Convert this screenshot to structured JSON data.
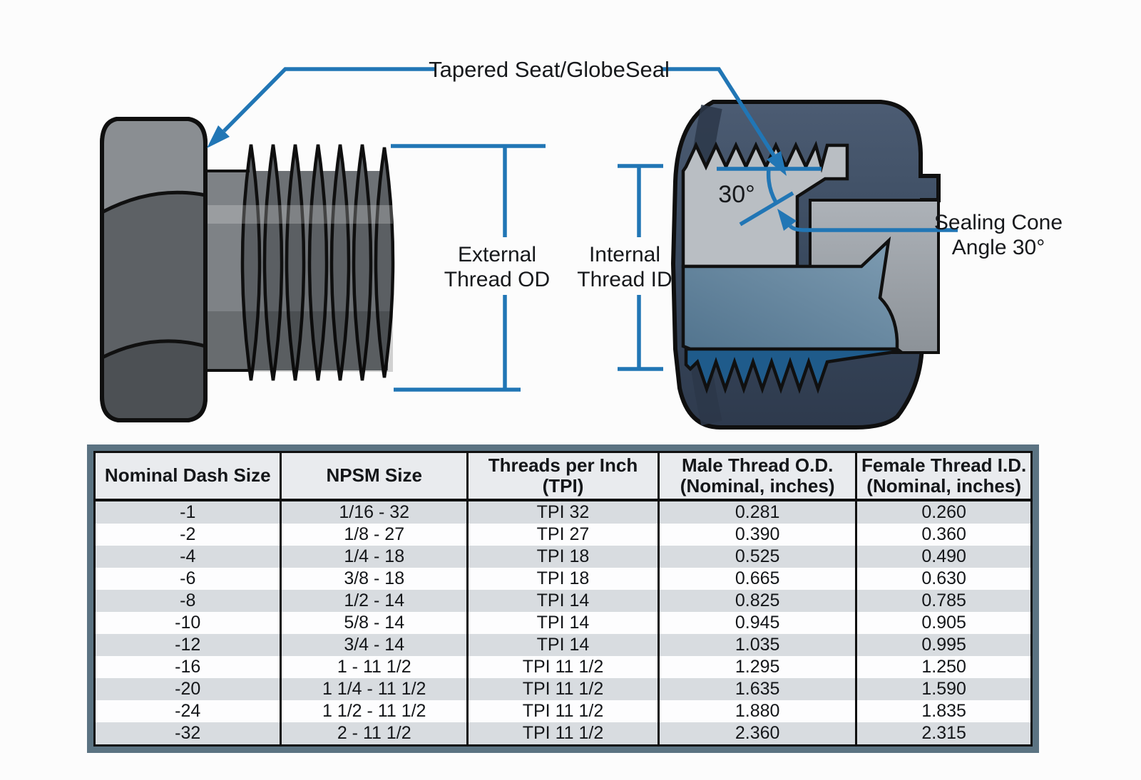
{
  "diagram": {
    "labels": {
      "tapered_seat": "Tapered Seat/GlobeSeal",
      "external_od": [
        "External",
        "Thread OD"
      ],
      "internal_id": [
        "Internal",
        "Thread ID"
      ],
      "sealing_cone": [
        "Sealing Cone",
        "Angle 30°"
      ],
      "cone_angle": "30°"
    },
    "colors": {
      "annotation_blue": "#2176b5",
      "nut_navy": "#3b4b60",
      "bore_steel_blue": "#5d7f9b",
      "internal_thread_blue": "#1f5b8b",
      "metal_gray": "#7e8286",
      "interior_gray": "#b9bec3"
    }
  },
  "table": {
    "frame_color": "#5b7382",
    "headers": [
      "Nominal Dash Size",
      "NPSM Size",
      "Threads per Inch\n(TPI)",
      "Male Thread O.D.\n(Nominal, inches)",
      "Female Thread I.D.\n(Nominal, inches)"
    ],
    "rows": [
      [
        "-1",
        "1/16 - 32",
        "TPI 32",
        "0.281",
        "0.260"
      ],
      [
        "-2",
        "1/8 - 27",
        "TPI 27",
        "0.390",
        "0.360"
      ],
      [
        "-4",
        "1/4 - 18",
        "TPI 18",
        "0.525",
        "0.490"
      ],
      [
        "-6",
        "3/8 - 18",
        "TPI 18",
        "0.665",
        "0.630"
      ],
      [
        "-8",
        "1/2 - 14",
        "TPI 14",
        "0.825",
        "0.785"
      ],
      [
        "-10",
        "5/8 - 14",
        "TPI 14",
        "0.945",
        "0.905"
      ],
      [
        "-12",
        "3/4 - 14",
        "TPI 14",
        "1.035",
        "0.995"
      ],
      [
        "-16",
        "1 - 11 1/2",
        "TPI 11 1/2",
        "1.295",
        "1.250"
      ],
      [
        "-20",
        "1 1/4 - 11 1/2",
        "TPI 11 1/2",
        "1.635",
        "1.590"
      ],
      [
        "-24",
        "1 1/2 - 11 1/2",
        "TPI 11 1/2",
        "1.880",
        "1.835"
      ],
      [
        "-32",
        "2 - 11 1/2",
        "TPI 11 1/2",
        "2.360",
        "2.315"
      ]
    ]
  }
}
